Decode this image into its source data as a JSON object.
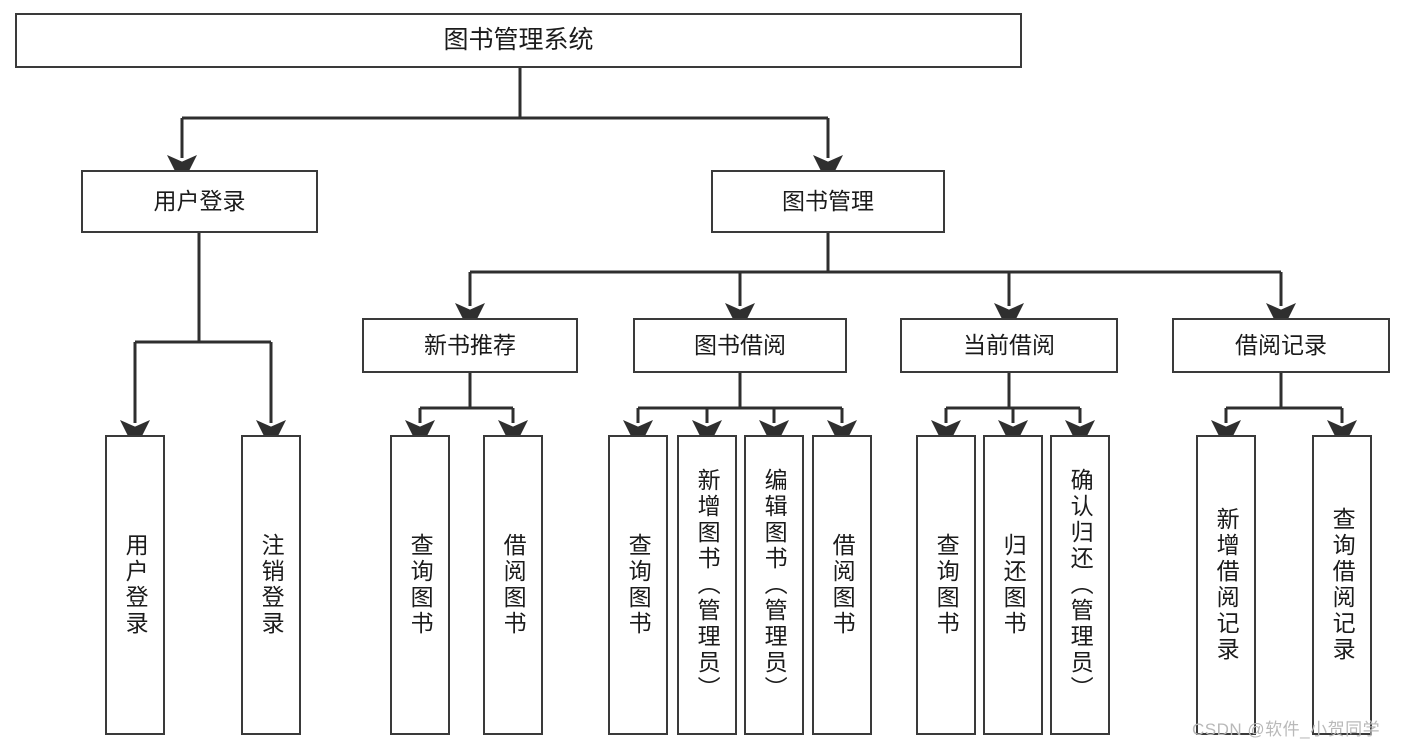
{
  "diagram": {
    "title": "图书管理系统",
    "watermark": "CSDN @软件_小贺同学",
    "stroke_color": "#3a3a3a",
    "text_color": "#1b1b1b",
    "background_color": "#ffffff"
  },
  "nodes": {
    "root": {
      "label": "图书管理系统"
    },
    "level2": [
      {
        "label": "用户登录"
      },
      {
        "label": "图书管理"
      }
    ],
    "level3": [
      {
        "label": "新书推荐"
      },
      {
        "label": "图书借阅"
      },
      {
        "label": "当前借阅"
      },
      {
        "label": "借阅记录"
      }
    ],
    "leaves_user_login": [
      {
        "label": "用户登录"
      },
      {
        "label": "注销登录"
      }
    ],
    "leaves_new_book": [
      {
        "label": "查询图书"
      },
      {
        "label": "借阅图书"
      }
    ],
    "leaves_borrow": [
      {
        "label": "查询图书"
      },
      {
        "label": "新增图书（管理员）"
      },
      {
        "label": "编辑图书（管理员）"
      },
      {
        "label": "借阅图书"
      }
    ],
    "leaves_current": [
      {
        "label": "查询图书"
      },
      {
        "label": "归还图书"
      },
      {
        "label": "确认归还（管理员）"
      }
    ],
    "leaves_records": [
      {
        "label": "新增借阅记录"
      },
      {
        "label": "查询借阅记录"
      }
    ]
  },
  "chart_data": {
    "type": "tree-diagram",
    "title": "图书管理系统",
    "root": "图书管理系统",
    "edges": [
      [
        "图书管理系统",
        "用户登录"
      ],
      [
        "图书管理系统",
        "图书管理"
      ],
      [
        "用户登录",
        "用户登录"
      ],
      [
        "用户登录",
        "注销登录"
      ],
      [
        "图书管理",
        "新书推荐"
      ],
      [
        "图书管理",
        "图书借阅"
      ],
      [
        "图书管理",
        "当前借阅"
      ],
      [
        "图书管理",
        "借阅记录"
      ],
      [
        "新书推荐",
        "查询图书"
      ],
      [
        "新书推荐",
        "借阅图书"
      ],
      [
        "图书借阅",
        "查询图书"
      ],
      [
        "图书借阅",
        "新增图书（管理员）"
      ],
      [
        "图书借阅",
        "编辑图书（管理员）"
      ],
      [
        "图书借阅",
        "借阅图书"
      ],
      [
        "当前借阅",
        "查询图书"
      ],
      [
        "当前借阅",
        "归还图书"
      ],
      [
        "当前借阅",
        "确认归还（管理员）"
      ],
      [
        "借阅记录",
        "新增借阅记录"
      ],
      [
        "借阅记录",
        "查询借阅记录"
      ]
    ],
    "levels": 4,
    "orientation": "top-down",
    "arrowheads": true
  }
}
